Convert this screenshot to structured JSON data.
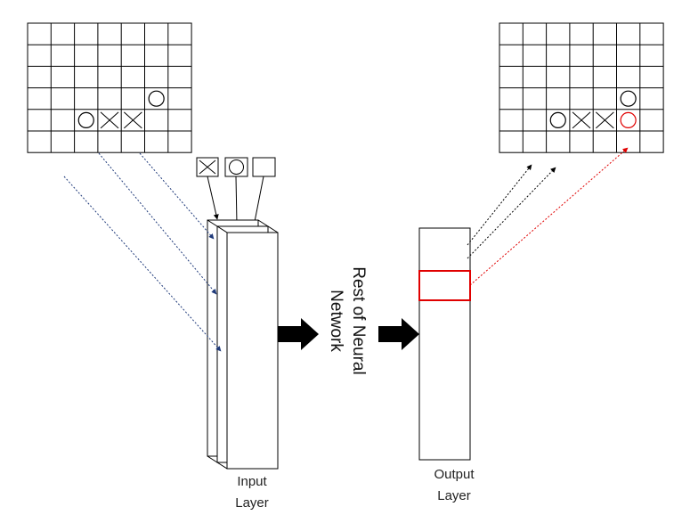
{
  "labels": {
    "input_layer": [
      "Input",
      "Layer"
    ],
    "output_layer": [
      "Output",
      "Layer"
    ],
    "middle": [
      "Rest of Neural",
      "Network"
    ]
  },
  "board": {
    "rows": 6,
    "cols": 7,
    "input_pieces": [
      {
        "row": 3,
        "col": 5,
        "piece": "O"
      },
      {
        "row": 4,
        "col": 2,
        "piece": "O"
      },
      {
        "row": 4,
        "col": 3,
        "piece": "X"
      },
      {
        "row": 4,
        "col": 4,
        "piece": "X"
      }
    ],
    "output_pieces": [
      {
        "row": 3,
        "col": 5,
        "piece": "O"
      },
      {
        "row": 4,
        "col": 2,
        "piece": "O"
      },
      {
        "row": 4,
        "col": 3,
        "piece": "X"
      },
      {
        "row": 4,
        "col": 4,
        "piece": "X"
      },
      {
        "row": 4,
        "col": 5,
        "piece": "O",
        "highlight": true
      }
    ]
  },
  "channel_legend": [
    "X",
    "O",
    "empty"
  ],
  "colors": {
    "line": "#000000",
    "input_arrow": "#1f3a7a",
    "highlight": "#e00000"
  }
}
